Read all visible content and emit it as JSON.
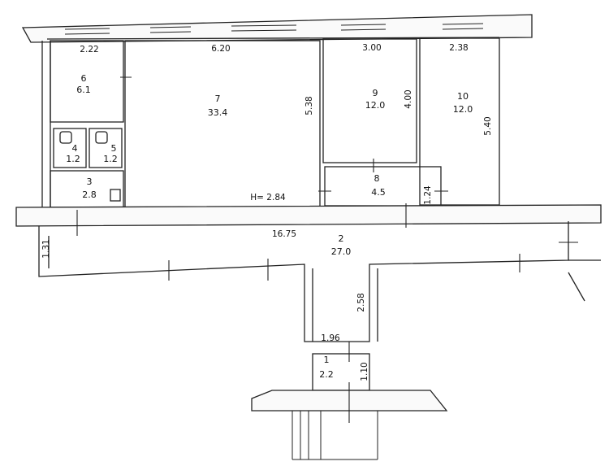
{
  "rooms": [
    {
      "number": "1",
      "area": "2.2"
    },
    {
      "number": "2",
      "area": "27.0"
    },
    {
      "number": "3",
      "area": "2.8"
    },
    {
      "number": "4",
      "area": "1.2"
    },
    {
      "number": "5",
      "area": "1.2"
    },
    {
      "number": "6",
      "area": "6.1"
    },
    {
      "number": "7",
      "area": "33.4"
    },
    {
      "number": "8",
      "area": "4.5"
    },
    {
      "number": "9",
      "area": "12.0"
    },
    {
      "number": "10",
      "area": "12.0"
    }
  ],
  "dimensions": {
    "r6_width": "2.22",
    "r7_width": "6.20",
    "r9_width": "3.00",
    "r10_width": "2.38",
    "r7_depth": "5.38",
    "r9_depth": "4.00",
    "r10_depth": "5.40",
    "r8_depth": "1.24",
    "ceiling_height": "H= 2.84",
    "corridor_length": "16.75",
    "corridor_width": "1.31",
    "hall_length": "2.58",
    "vestibule_width": "1.96",
    "vestibule_depth": "1.10"
  }
}
